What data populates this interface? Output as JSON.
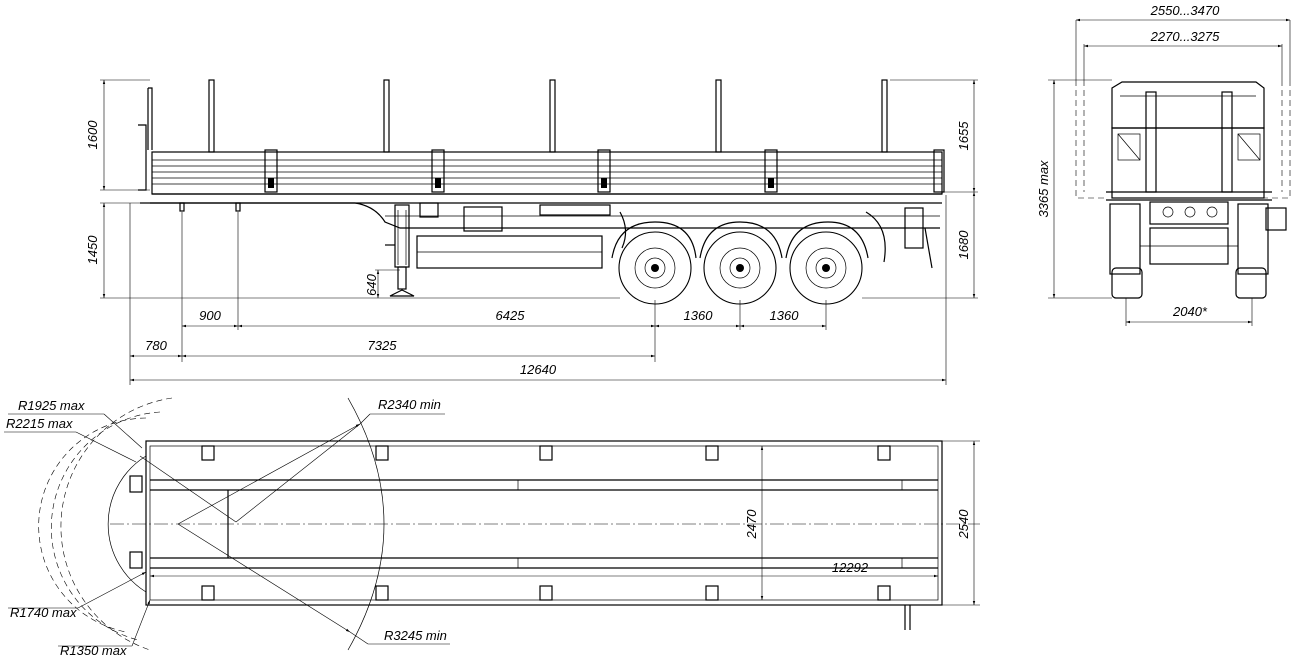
{
  "side_view": {
    "dimensions": {
      "stake_height": "1600",
      "stake_height_right": "1655",
      "frame_height": "1450",
      "deck_height": "1680",
      "support_height": "640",
      "support_offset": "900",
      "axle_distance": "6425",
      "axle_spacing_1": "1360",
      "axle_spacing_2": "1360",
      "front_overhang": "780",
      "kingpin_to_axle": "7325",
      "overall_length": "12640"
    }
  },
  "rear_view": {
    "dimensions": {
      "outer_width": "2550...3470",
      "inner_width": "2270...3275",
      "overall_height": "3365 max",
      "track_width": "2040*"
    }
  },
  "top_view": {
    "dimensions": {
      "radius_1925": "R1925 max",
      "radius_2215": "R2215 max",
      "radius_2340": "R2340 min",
      "radius_1740": "R1740 max",
      "radius_1350": "R1350  max",
      "radius_3245": "R3245 min",
      "inner_width": "2470",
      "outer_width": "2540",
      "platform_length": "12292"
    }
  }
}
